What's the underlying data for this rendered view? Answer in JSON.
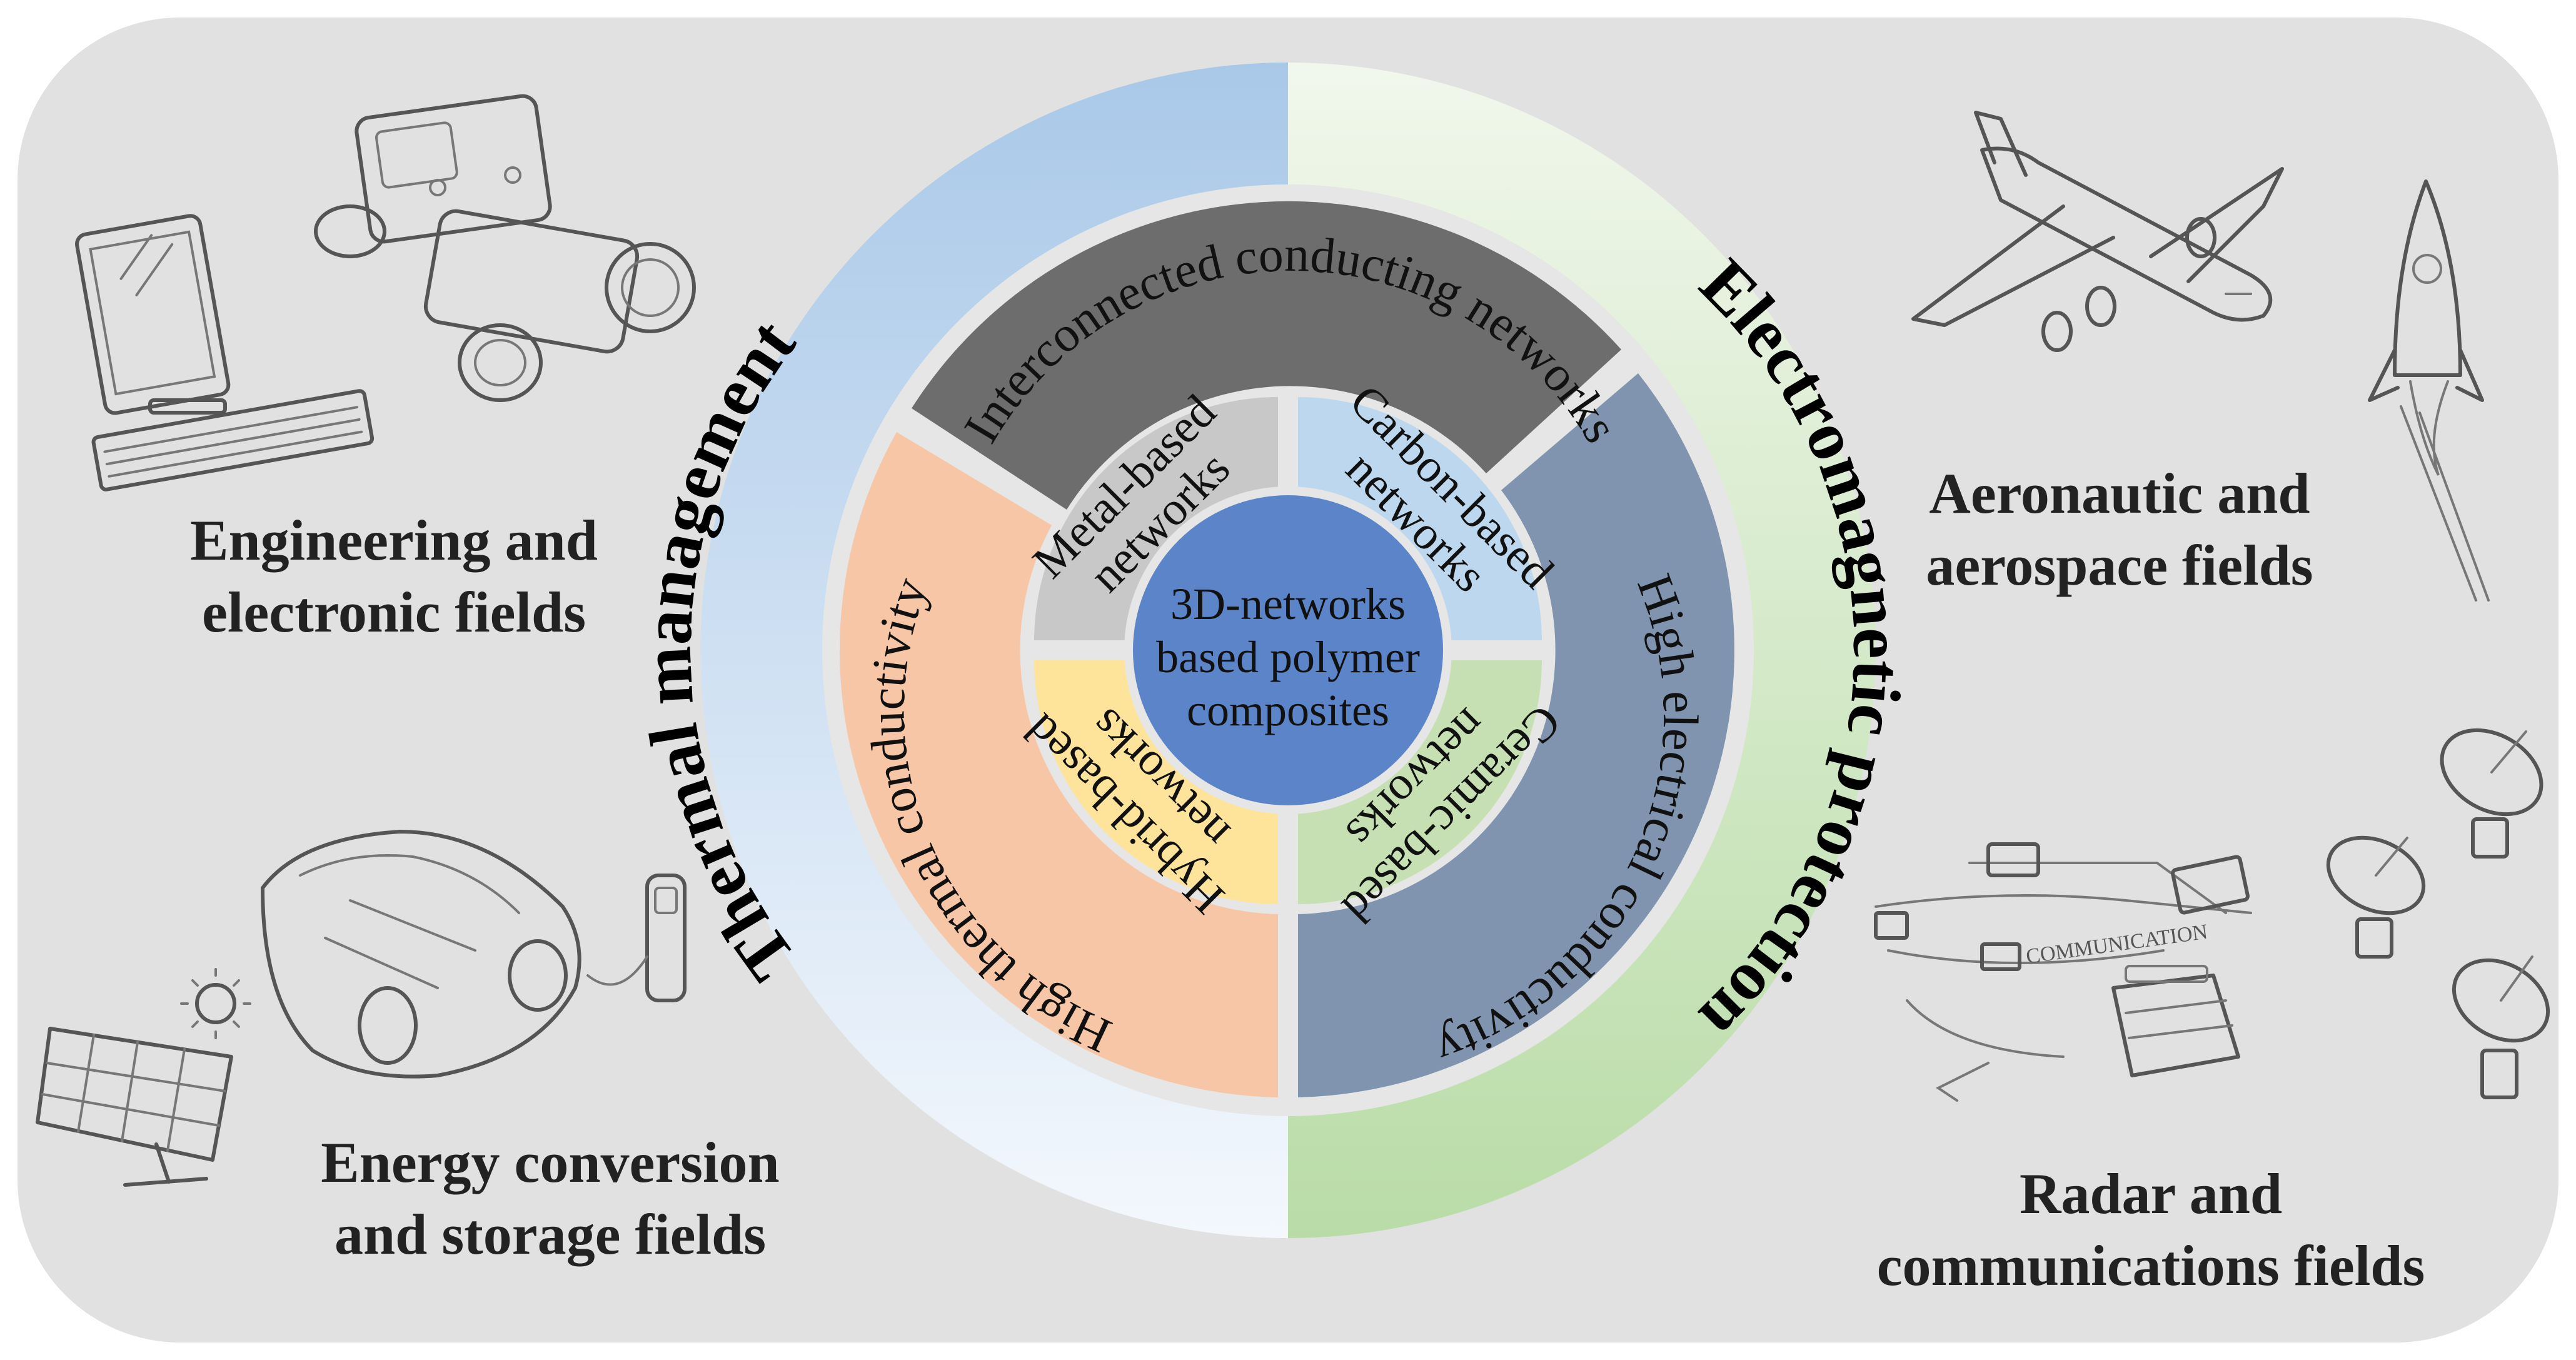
{
  "corners": {
    "top_left": [
      "Engineering and",
      "electronic fields"
    ],
    "bottom_left": [
      "Energy conversion",
      "and storage fields"
    ],
    "top_right": [
      "Aeronautic and",
      "aerospace fields"
    ],
    "bottom_right": [
      "Radar and",
      "communications fields"
    ]
  },
  "outer_ring": {
    "left_title": "Thermal management",
    "right_title": "Electromagnetic protection"
  },
  "middle_ring": {
    "top": "Interconnected conducting networks",
    "left": "High thermal conductivity",
    "right": "High electrical conductivity"
  },
  "inner_ring": {
    "metal": [
      "Metal-based",
      "networks"
    ],
    "carbon": [
      "Carbon-based",
      "networks"
    ],
    "hybrid": [
      "Hybrid-based",
      "networks"
    ],
    "ceramic": [
      "Ceramic-based",
      "networks"
    ]
  },
  "center": [
    "3D-networks",
    "based polymer",
    "composites"
  ],
  "sketch_text": {
    "communication": "COMMUNICATION"
  },
  "colors": {
    "background_panel": "#e1e1e1",
    "thermal_blue": "#b7d3ec",
    "em_green": "#bfe0b0",
    "interconnected_dark": "#6d6d6d",
    "thermal_orange": "#f6c6a6",
    "electrical_slate": "#8094b0",
    "metal_gray": "#c8c8c8",
    "carbon_blue": "#bdd7ee",
    "hybrid_yellow": "#fde49a",
    "ceramic_green": "#c6e0b4",
    "center_blue": "#5c84c8"
  },
  "icons": [
    "tablet-keyboard-icon",
    "engine-part-icon",
    "solar-panel-icon",
    "sun-icon",
    "electric-car-icon",
    "charger-icon",
    "airplane-icon",
    "rocket-icon",
    "satellite-dish-icon",
    "communication-network-icon",
    "typewriter-icon"
  ]
}
